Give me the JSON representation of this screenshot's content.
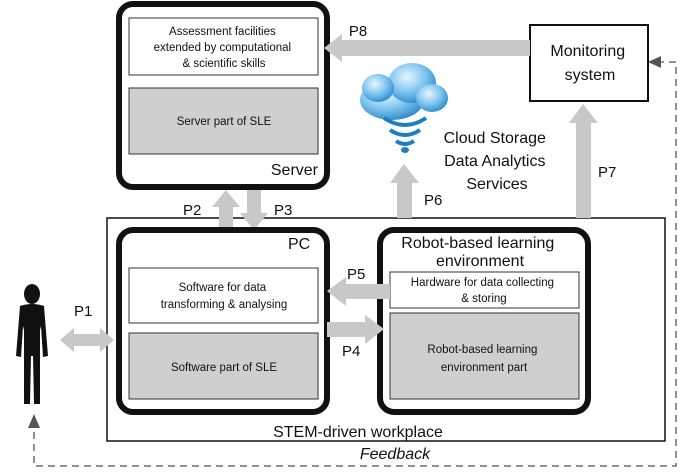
{
  "server": {
    "label": "Server",
    "assessment_lines": [
      "Assessment facilities",
      "extended by computational",
      "& scientific skills"
    ],
    "server_part": "Server part of SLE"
  },
  "monitoring": {
    "lines": [
      "Monitoring",
      "system"
    ]
  },
  "cloud": {
    "lines": [
      "Cloud Storage",
      "Data Analytics",
      "Services"
    ]
  },
  "pc": {
    "label": "PC",
    "software_lines": [
      "Software for data",
      "transforming & analysing"
    ],
    "software_part": "Software part of SLE"
  },
  "robot": {
    "title_lines": [
      "Robot-based learning",
      "environment"
    ],
    "hardware_lines": [
      "Hardware for data collecting",
      "& storing"
    ],
    "part_lines": [
      "Robot-based learning",
      "environment part"
    ]
  },
  "workplace": {
    "label": "STEM-driven workplace"
  },
  "feedback": {
    "label": "Feedback"
  },
  "paths": {
    "p1": "P1",
    "p2": "P2",
    "p3": "P3",
    "p4": "P4",
    "p5": "P5",
    "p6": "P6",
    "p7": "P7",
    "p8": "P8"
  }
}
